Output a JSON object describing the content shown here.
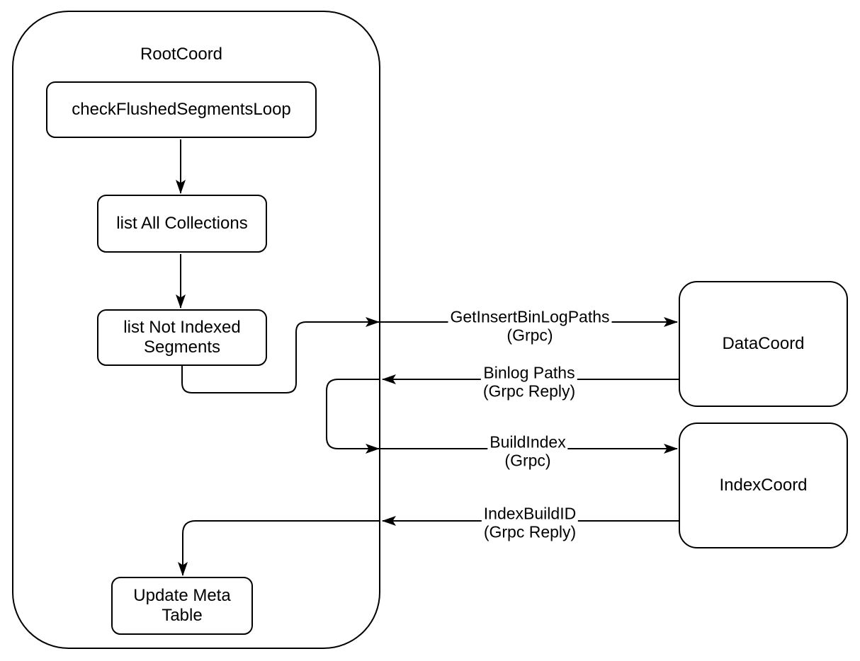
{
  "colors": {
    "stroke": "#000000",
    "background": "#ffffff",
    "text": "#000000"
  },
  "container": {
    "label": "RootCoord"
  },
  "nodes": {
    "check_flushed": {
      "label": "checkFlushedSegmentsLoop"
    },
    "list_all": {
      "label": "list All Collections"
    },
    "list_not_indexed": {
      "label": "list Not Indexed Segments"
    },
    "update_meta": {
      "label": "Update Meta Table"
    },
    "data_coord": {
      "label": "DataCoord"
    },
    "index_coord": {
      "label": "IndexCoord"
    }
  },
  "edges": {
    "get_insert_binlog_paths": {
      "title": "GetInsertBinLogPaths",
      "subtitle": "(Grpc)"
    },
    "binlog_paths": {
      "title": "Binlog Paths",
      "subtitle": "(Grpc Reply)"
    },
    "build_index": {
      "title": "BuildIndex",
      "subtitle": "(Grpc)"
    },
    "index_build_id": {
      "title": "IndexBuildID",
      "subtitle": "(Grpc Reply)"
    }
  }
}
